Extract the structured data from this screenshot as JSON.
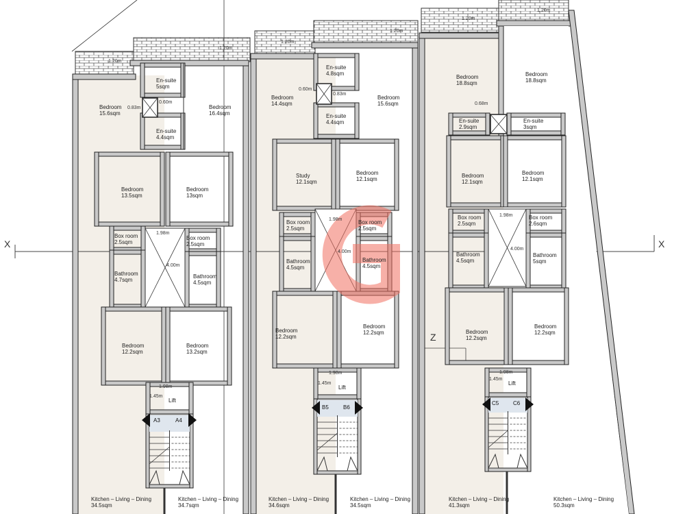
{
  "plan": {
    "section_labels": {
      "x_left": "X",
      "x_right": "X",
      "z": "Z"
    },
    "colors": {
      "unit_fill": "#f3efe8",
      "wall": "#c9c9c9",
      "wall_stroke": "#222222",
      "watermark": "#f07060",
      "stair_landing": "#dfe6ee"
    },
    "blocks": [
      {
        "id": "A",
        "rooms": [
          {
            "name": "Bedroom",
            "area": "15.6sqm"
          },
          {
            "name": "En-suite",
            "area": "5sqm"
          },
          {
            "name": "Bedroom",
            "area": "16.4sqm"
          },
          {
            "name": "En-suite",
            "area": "4.4sqm"
          },
          {
            "name": "Bedroom",
            "area": "13.5sqm"
          },
          {
            "name": "Bedroom",
            "area": "13sqm"
          },
          {
            "name": "Box room",
            "area": "2.5sqm"
          },
          {
            "name": "Box room",
            "area": "2.5sqm"
          },
          {
            "name": "Bathroom",
            "area": "4.7sqm"
          },
          {
            "name": "Bathroom",
            "area": "4.5sqm"
          },
          {
            "name": "Bedroom",
            "area": "12.2sqm"
          },
          {
            "name": "Bedroom",
            "area": "13.2sqm"
          },
          {
            "name": "Kitchen – Living – Dining",
            "area": "34.5sqm"
          },
          {
            "name": "Kitchen – Living – Dining",
            "area": "34.7sqm"
          }
        ],
        "dims": [
          "1.20m",
          "1.20m",
          "0.83m",
          "0.60m",
          "1.98m",
          "4.00m",
          "1.98m",
          "1.45m"
        ],
        "lift_label": "Lift",
        "stair_tags": [
          "A3",
          "A4"
        ]
      },
      {
        "id": "B",
        "rooms": [
          {
            "name": "En-suite",
            "area": "4.8sqm"
          },
          {
            "name": "Bedroom",
            "area": "14.4sqm"
          },
          {
            "name": "Bedroom",
            "area": "15.6sqm"
          },
          {
            "name": "En-suite",
            "area": "4.4sqm"
          },
          {
            "name": "Study",
            "area": "12.1sqm"
          },
          {
            "name": "Bedroom",
            "area": "12.1sqm"
          },
          {
            "name": "Box room",
            "area": "2.5sqm"
          },
          {
            "name": "Box room",
            "area": "2.5sqm"
          },
          {
            "name": "Bathroom",
            "area": "4.5sqm"
          },
          {
            "name": "Bathroom",
            "area": "4.5sqm"
          },
          {
            "name": "Bedroom",
            "area": "12.2sqm"
          },
          {
            "name": "Bedroom",
            "area": "12.2sqm"
          },
          {
            "name": "Kitchen – Living – Dining",
            "area": "34.6sqm"
          },
          {
            "name": "Kitchen – Living – Dining",
            "area": "34.5sqm"
          }
        ],
        "dims": [
          "1.20m",
          "1.20m",
          "0.60m",
          "0.83m",
          "1.98m",
          "4.00m",
          "1.98m",
          "1.45m"
        ],
        "lift_label": "Lift",
        "stair_tags": [
          "B5",
          "B6"
        ]
      },
      {
        "id": "C",
        "rooms": [
          {
            "name": "Bedroom",
            "area": "18.8sqm"
          },
          {
            "name": "Bedroom",
            "area": "18.8sqm"
          },
          {
            "name": "En-suite",
            "area": "2.9sqm"
          },
          {
            "name": "En-suite",
            "area": "3sqm"
          },
          {
            "name": "Bedroom",
            "area": "12.1sqm"
          },
          {
            "name": "Bedroom",
            "area": "12.1sqm"
          },
          {
            "name": "Box room",
            "area": "2.5sqm"
          },
          {
            "name": "Box room",
            "area": "2.6sqm"
          },
          {
            "name": "Bathroom",
            "area": "4.5sqm"
          },
          {
            "name": "Bathroom",
            "area": "5sqm"
          },
          {
            "name": "Bedroom",
            "area": "12.2sqm"
          },
          {
            "name": "Bedroom",
            "area": "12.2sqm"
          },
          {
            "name": "Kitchen – Living – Dining",
            "area": "41.3sqm"
          },
          {
            "name": "Kitchen – Living – Dining",
            "area": "50.3sqm"
          }
        ],
        "dims": [
          "1.20m",
          "1.20m",
          "0.68m",
          "1.98m",
          "4.00m",
          "1.98m",
          "1.45m"
        ],
        "lift_label": "Lift",
        "stair_tags": [
          "C5",
          "C6"
        ]
      }
    ]
  }
}
